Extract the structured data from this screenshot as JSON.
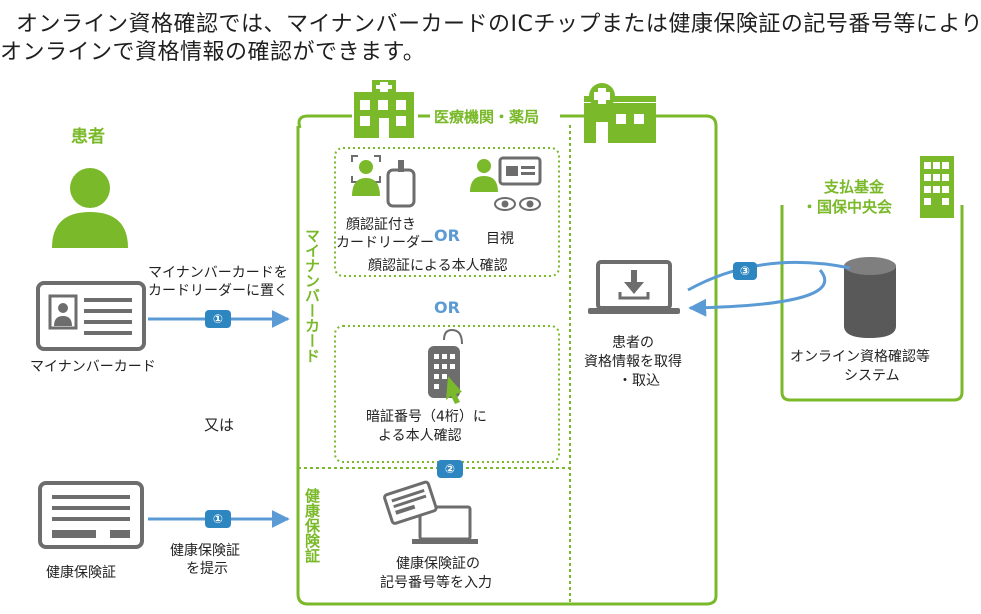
{
  "headline": {
    "line1": "オンライン資格確認では、マイナンバーカードのICチップまたは健康保険証の記号番号等により、",
    "line2": "オンラインで資格情報の確認ができます。"
  },
  "patient": {
    "label": "患者"
  },
  "mynumber_card": {
    "action_line1": "マイナンバーカードを",
    "action_line2": "カードリーダーに置く",
    "step": "①",
    "card_label": "マイナンバーカード"
  },
  "or_text": "又は",
  "insurance_card": {
    "step": "①",
    "action_line1": "健康保険証",
    "action_line2": "を提示",
    "card_label": "健康保険証"
  },
  "facility": {
    "label": "医療機関・薬局",
    "mynumber_vertical": "マイナンバーカード",
    "insurance_vertical": "健康保険証",
    "face_reader_line1": "顔認証付き",
    "face_reader_line2": "カードリーダー",
    "or1": "OR",
    "visual_check": "目視",
    "face_confirm": "顔認証による本人確認",
    "or2": "OR",
    "pin_line1": "暗証番号（4桁）に",
    "pin_line2": "よる本人確認",
    "step2": "②",
    "input_line1": "健康保険証の",
    "input_line2": "記号番号等を入力",
    "retrieve_line1": "患者の",
    "retrieve_line2": "資格情報を取得",
    "retrieve_line3": "・取込"
  },
  "payment": {
    "label_line1": "支払基金",
    "label_line2": "・国保中央会",
    "step3": "③",
    "system_line1": "オンライン資格確認等",
    "system_line2": "システム"
  },
  "colors": {
    "green": "#7ab929",
    "blue": "#2e75b6",
    "badge": "#2e86c1",
    "gray": "#6d6d6d"
  }
}
